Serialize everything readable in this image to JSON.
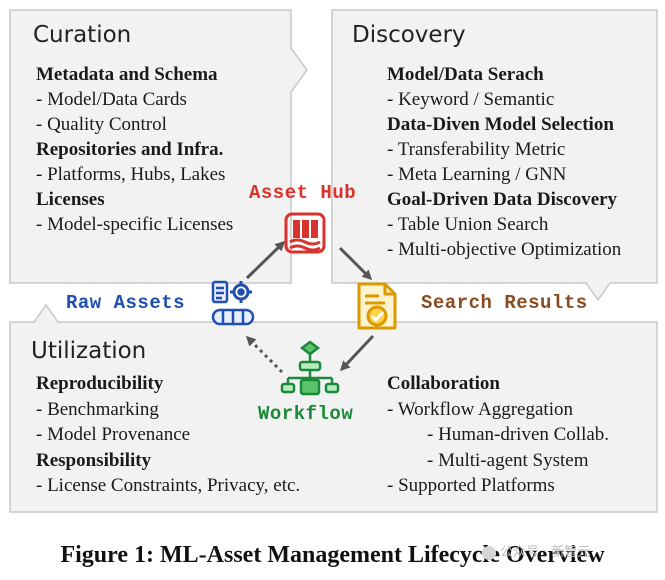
{
  "curation": {
    "title": "Curation",
    "lines": [
      {
        "text": "Metadata and Schema",
        "bold": true
      },
      {
        "text": "- Model/Data Cards",
        "bold": false
      },
      {
        "text": "- Quality Control",
        "bold": false
      },
      {
        "text": "Repositories and Infra.",
        "bold": true
      },
      {
        "text": "- Platforms, Hubs, Lakes",
        "bold": false
      },
      {
        "text": "Licenses",
        "bold": true
      },
      {
        "text": "- Model-specific Licenses",
        "bold": false
      }
    ]
  },
  "discovery": {
    "title": "Discovery",
    "lines": [
      {
        "text": "Model/Data Serach",
        "bold": true
      },
      {
        "text": "- Keyword / Semantic",
        "bold": false
      },
      {
        "text": "Data-Diven Model Selection",
        "bold": true
      },
      {
        "text": "- Transferability Metric",
        "bold": false
      },
      {
        "text": "- Meta Learning / GNN",
        "bold": false
      },
      {
        "text": "Goal-Driven Data Discovery",
        "bold": true
      },
      {
        "text": "- Table Union Search",
        "bold": false
      },
      {
        "text": "- Multi-objective Optimization",
        "bold": false
      }
    ]
  },
  "utilization": {
    "title": "Utilization",
    "left_lines": [
      {
        "text": "Reproducibility",
        "bold": true
      },
      {
        "text": "- Benchmarking",
        "bold": false
      },
      {
        "text": "- Model Provenance",
        "bold": false
      },
      {
        "text": "Responsibility",
        "bold": true
      },
      {
        "text": "- License Constraints, Privacy, etc.",
        "bold": false
      }
    ],
    "right_lines": [
      {
        "text": "Collaboration",
        "bold": true
      },
      {
        "text": "- Workflow Aggregation",
        "bold": false
      },
      {
        "text": "- Human-driven Collab.",
        "bold": false
      },
      {
        "text": "- Multi-agent System",
        "bold": false
      },
      {
        "text": "- Supported Platforms",
        "bold": false
      }
    ]
  },
  "cycle": {
    "asset_hub": "Asset Hub",
    "raw_assets": "Raw Assets",
    "search_results": "Search Results",
    "workflow": "Workflow"
  },
  "icons": {
    "asset_hub": "library-icon",
    "raw_assets": "documents-gear-pipeline-icon",
    "search_results": "document-checkmark-icon",
    "workflow": "workflow-flowchart-icon"
  },
  "colors": {
    "asset_hub": "#d8332c",
    "raw_assets": "#1f4fb0",
    "search_results": "#8a4a1e",
    "workflow": "#1a8a3a",
    "panel_fill": "#f2f2f2",
    "panel_border": "#c8c8c8"
  },
  "caption": "Figure 1: ML-Asset Management Lifecycle Overview",
  "watermark": "公众号 · 新智元"
}
